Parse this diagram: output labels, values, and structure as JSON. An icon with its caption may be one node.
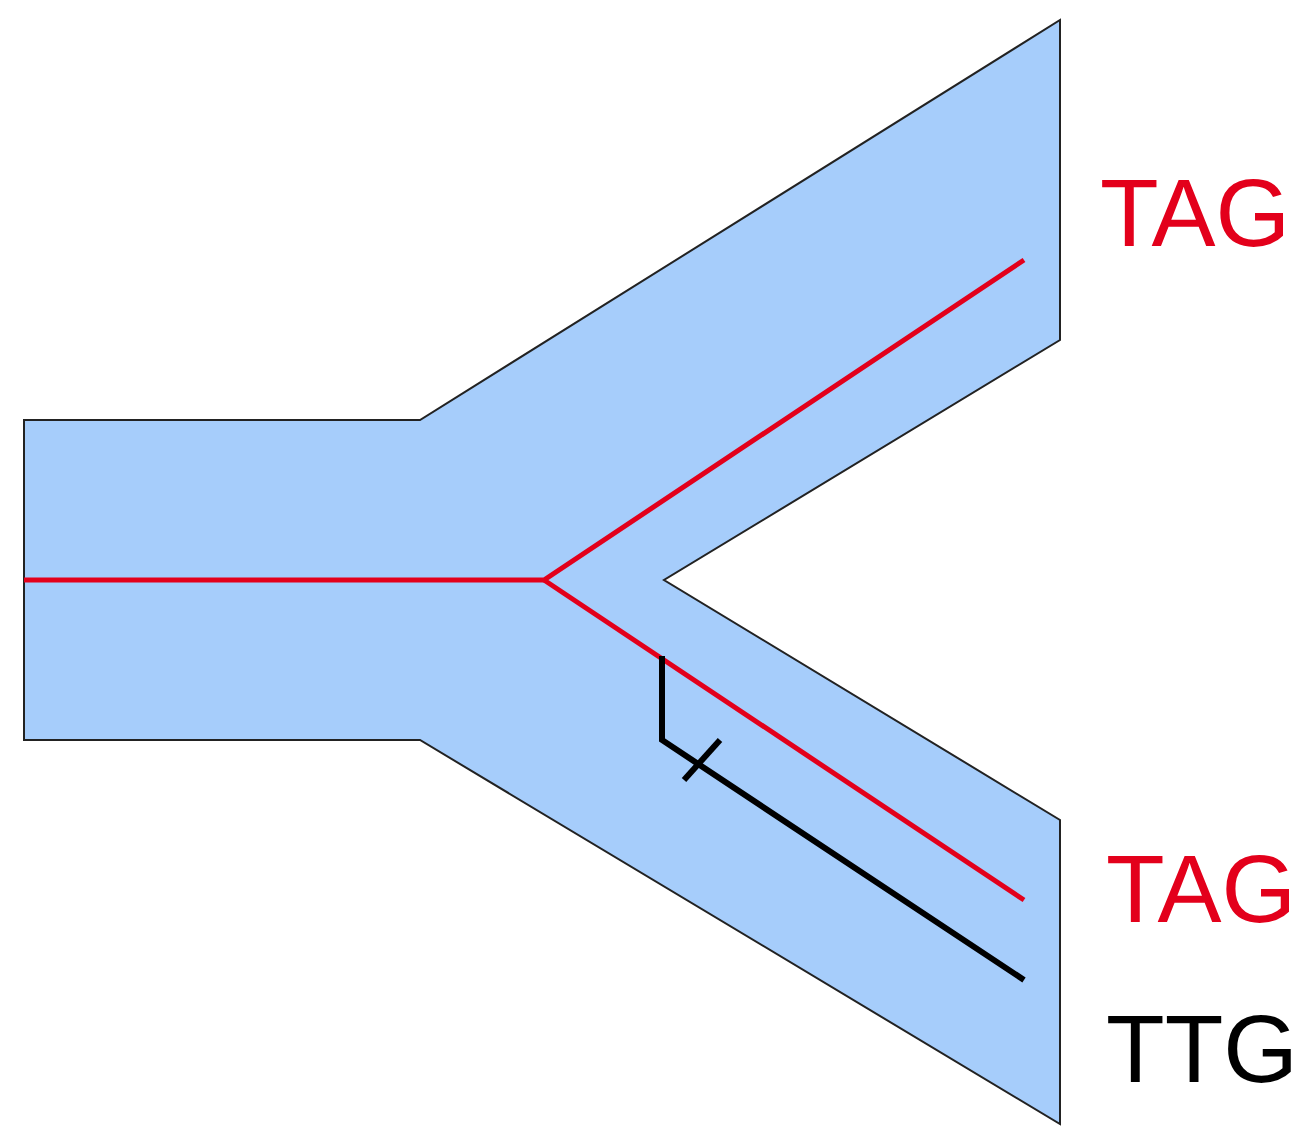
{
  "diagram": {
    "labels": [
      "TAG",
      "TAG",
      "TTG"
    ]
  }
}
